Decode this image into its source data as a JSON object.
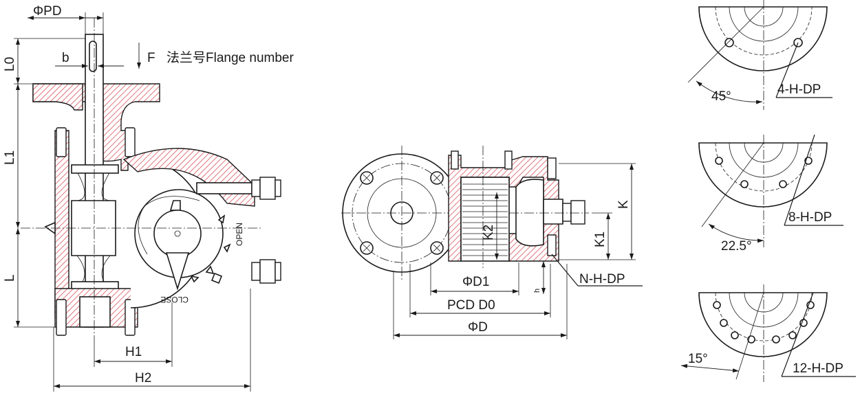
{
  "front_view": {
    "labels": {
      "pd": "ΦPD",
      "b": "b",
      "f": "F",
      "flange": "法兰号Flange number",
      "l0": "L0",
      "l1": "L1",
      "l": "L",
      "h1": "H1",
      "h2": "H2",
      "open": "OPEN",
      "close": "CLOSE"
    }
  },
  "side_view": {
    "labels": {
      "d1": "ΦD1",
      "pcd": "PCD D0",
      "d": "ΦD",
      "k": "K",
      "k1": "K1",
      "k2": "K2",
      "h": "h",
      "nhdp": "N-H-DP"
    }
  },
  "bolt_patterns": [
    {
      "angle": "45°",
      "holes": "4-H-DP"
    },
    {
      "angle": "22.5°",
      "holes": "8-H-DP"
    },
    {
      "angle": "15°",
      "holes": "12-H-DP"
    }
  ],
  "colors": {
    "hatch": "#d9535b",
    "line": "#1a1a1a"
  }
}
